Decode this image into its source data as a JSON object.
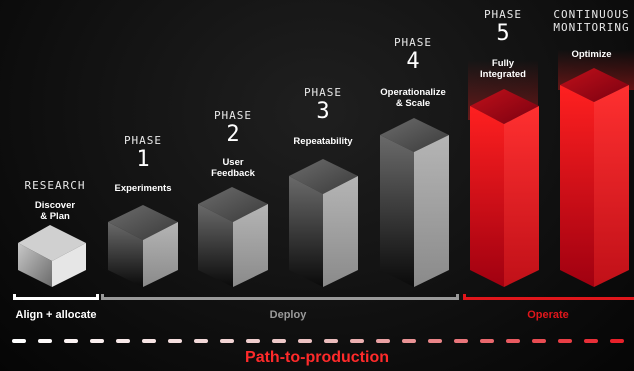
{
  "stages": [
    {
      "id": "research",
      "heading": "RESEARCH",
      "number": "",
      "label_line1": "Discover",
      "label_line2": "& Plan"
    },
    {
      "id": "phase1",
      "heading": "PHASE",
      "number": "1",
      "label_line1": "Experiments",
      "label_line2": ""
    },
    {
      "id": "phase2",
      "heading": "PHASE",
      "number": "2",
      "label_line1": "User",
      "label_line2": "Feedback"
    },
    {
      "id": "phase3",
      "heading": "PHASE",
      "number": "3",
      "label_line1": "Repeatability",
      "label_line2": ""
    },
    {
      "id": "phase4",
      "heading": "PHASE",
      "number": "4",
      "label_line1": "Operationalize",
      "label_line2": "& Scale"
    },
    {
      "id": "phase5",
      "heading": "PHASE",
      "number": "5",
      "label_line1": "Fully",
      "label_line2": "Integrated"
    },
    {
      "id": "monitoring",
      "heading": "CONTINUOUS",
      "heading2": "MONITORING",
      "number": "",
      "label_line1": "Optimize",
      "label_line2": ""
    }
  ],
  "segments": {
    "align": "Align + allocate",
    "deploy": "Deploy",
    "operate": "Operate"
  },
  "footer": "Path-to-production",
  "colors": {
    "gray": "#9a9a9a",
    "red": "#e0161b",
    "white": "#ffffff"
  }
}
